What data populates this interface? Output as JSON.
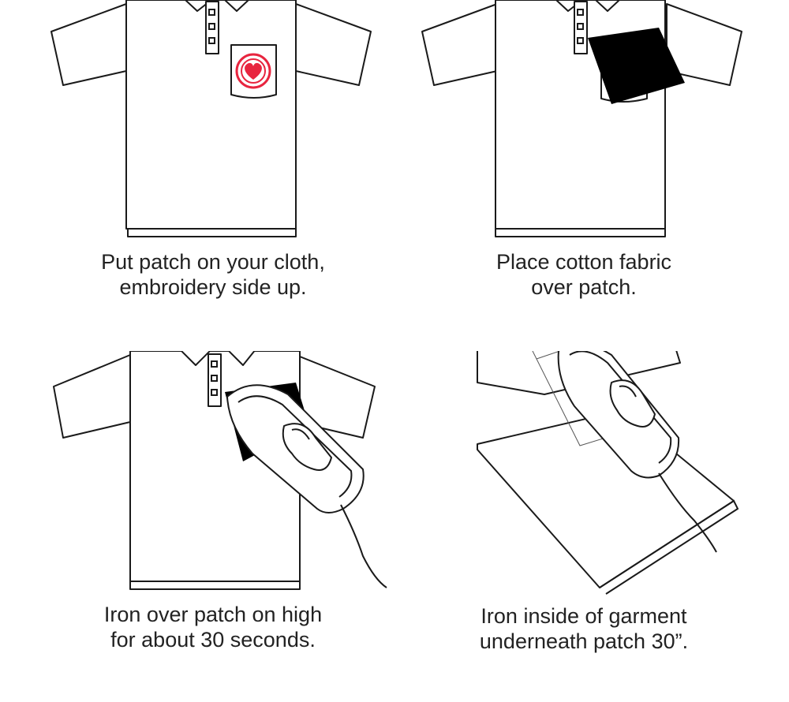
{
  "steps": [
    {
      "line1": "Put patch on your cloth,",
      "line2": "embroidery side up."
    },
    {
      "line1": "Place cotton fabric",
      "line2": "over patch."
    },
    {
      "line1": "Iron over patch on high",
      "line2": "for about 30 seconds."
    },
    {
      "line1": "Iron inside of garment",
      "line2": "underneath patch 30”."
    }
  ],
  "colors": {
    "heart": "#e8253f",
    "ink": "#1a1a1a",
    "cloth": "#000000"
  }
}
